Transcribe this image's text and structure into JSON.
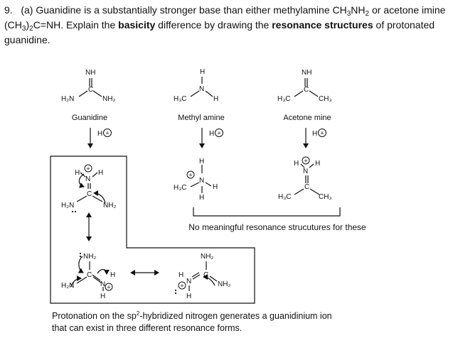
{
  "question": {
    "number": "9.",
    "part": "(a)",
    "segments": [
      "Guanidine is a substantially stronger base than either methylamine CH",
      "3",
      "NH",
      "2",
      " or acetone imine (CH",
      "3",
      ")",
      "2",
      "C=NH.  Explain the ",
      "basicity",
      " difference by drawing the ",
      "resonance structures",
      " of protonated guanidine."
    ]
  },
  "molecules": {
    "guanidine": {
      "name": "Guanidine",
      "top": "NH",
      "left": "H2N",
      "right": "NH2",
      "center": "C"
    },
    "methylamine": {
      "name": "Methyl amine",
      "top": "H",
      "left": "H3C",
      "right": "H",
      "center": "N"
    },
    "acetone_imine": {
      "name": "Acetone mine",
      "top": "NH",
      "left": "H3C",
      "right": "CH3",
      "center": "C"
    }
  },
  "reagent": {
    "label": "H",
    "charge": "+"
  },
  "no_resonance_note": "No meaningful resonance strucutures for these",
  "footer": {
    "line1_a": "Protonation on the sp",
    "line1_sup": "2",
    "line1_b": "-hybridized nitrogen generates a guanidinium ion",
    "line2": "that can exist in three different resonance forms."
  }
}
